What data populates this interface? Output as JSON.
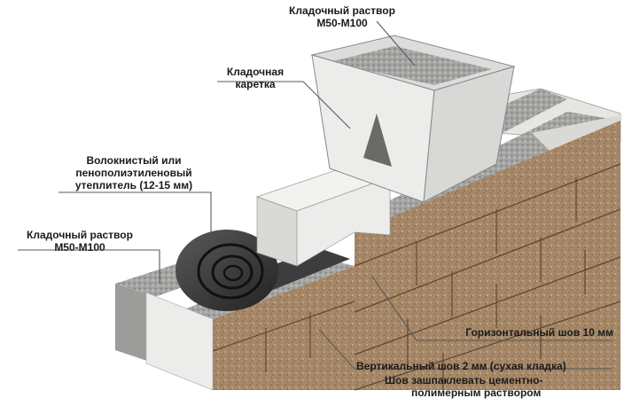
{
  "labels": {
    "mortar_top": [
      "Кладочный раствор",
      "М50-М100"
    ],
    "carriage": [
      "Кладочная",
      "каретка"
    ],
    "insulation": [
      "Волокнистый или",
      "пенополиэтиленовый",
      "утеплитель (12-15 мм)"
    ],
    "mortar_left": [
      "Кладочный раствор",
      "М50-М100"
    ],
    "horizontal_joint": "Горизонтальный шов 10 мм",
    "vertical_joint": "Вертикальный шов 2 мм (сухая кладка)",
    "seam_note": [
      "Шов зашпаклевать цементно-",
      "полимерным раствором"
    ]
  },
  "colors": {
    "brick_face": "#a88a6c",
    "brick_dark": "#8a6d52",
    "block_white": "#ecece8",
    "mortar_gray": "#9a9a98",
    "insulation_roll": "#3a3a3a",
    "leader_line": "#5a5a5a"
  }
}
